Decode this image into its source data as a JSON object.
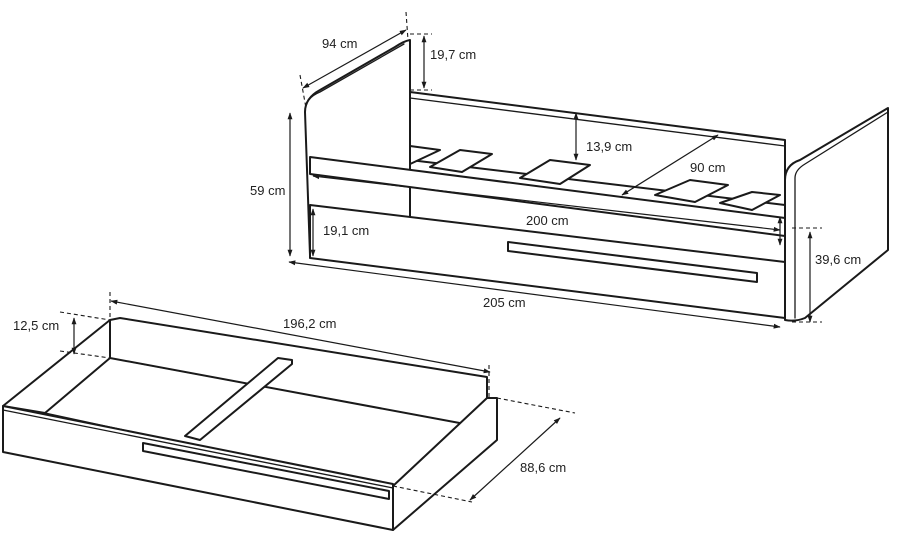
{
  "bed_dimensions": {
    "depth_top": "94 cm",
    "headboard_above_back": "19,7 cm",
    "height": "59 cm",
    "backrest_height": "13,9 cm",
    "mattress_width": "90 cm",
    "mattress_length": "200 cm",
    "floor_clearance": "19,1 cm",
    "frame_side_height": "39,6 cm",
    "total_length": "205 cm"
  },
  "drawer_dimensions": {
    "wall_height": "12,5 cm",
    "length": "196,2 cm",
    "width": "88,6 cm"
  }
}
